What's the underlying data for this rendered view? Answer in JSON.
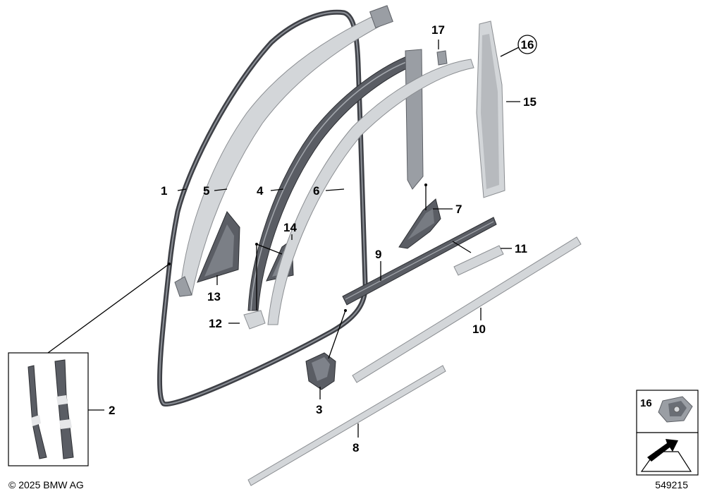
{
  "diagram": {
    "callouts": [
      {
        "id": "c1",
        "label": "1"
      },
      {
        "id": "c2",
        "label": "2"
      },
      {
        "id": "c3",
        "label": "3"
      },
      {
        "id": "c4",
        "label": "4"
      },
      {
        "id": "c5",
        "label": "5"
      },
      {
        "id": "c6",
        "label": "6"
      },
      {
        "id": "c7",
        "label": "7"
      },
      {
        "id": "c8",
        "label": "8"
      },
      {
        "id": "c9",
        "label": "9"
      },
      {
        "id": "c10",
        "label": "10"
      },
      {
        "id": "c11",
        "label": "11"
      },
      {
        "id": "c12",
        "label": "12"
      },
      {
        "id": "c13",
        "label": "13"
      },
      {
        "id": "c14",
        "label": "14"
      },
      {
        "id": "c15",
        "label": "15"
      },
      {
        "id": "c16",
        "label": "16"
      },
      {
        "id": "c17",
        "label": "17"
      }
    ],
    "inset_label": "16",
    "copyright": "© 2025 BMW AG",
    "diagram_number": "549215"
  }
}
